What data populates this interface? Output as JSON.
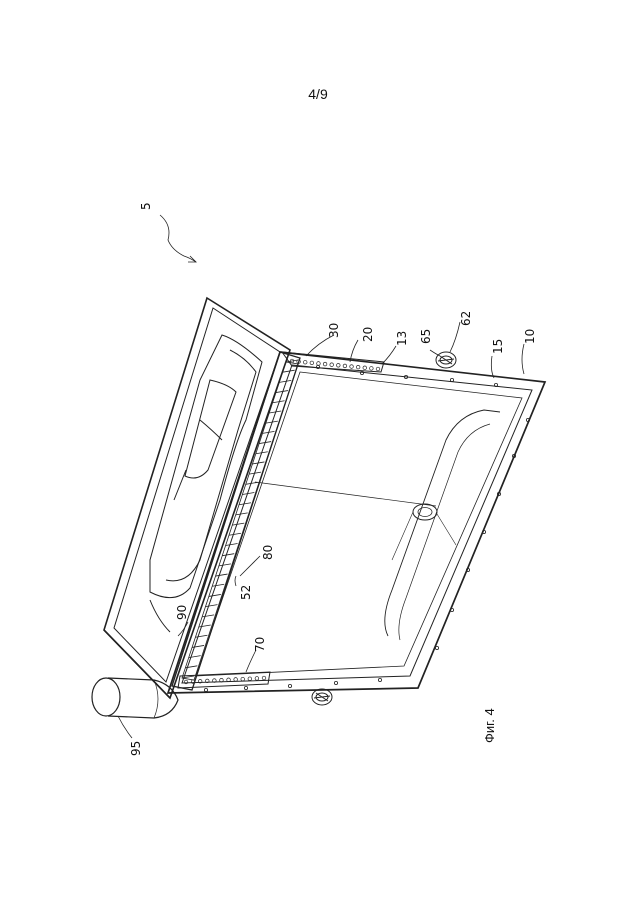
{
  "page": {
    "number": "4/9",
    "figure_caption": "Фиг. 4"
  },
  "drawing": {
    "labels": {
      "l5": "5",
      "l10": "10",
      "l13": "13",
      "l15": "15",
      "l20": "20",
      "l30": "30",
      "l52": "52",
      "l62": "62",
      "l65": "65",
      "l70": "70",
      "l80": "80",
      "l90": "90",
      "l95": "95"
    }
  }
}
